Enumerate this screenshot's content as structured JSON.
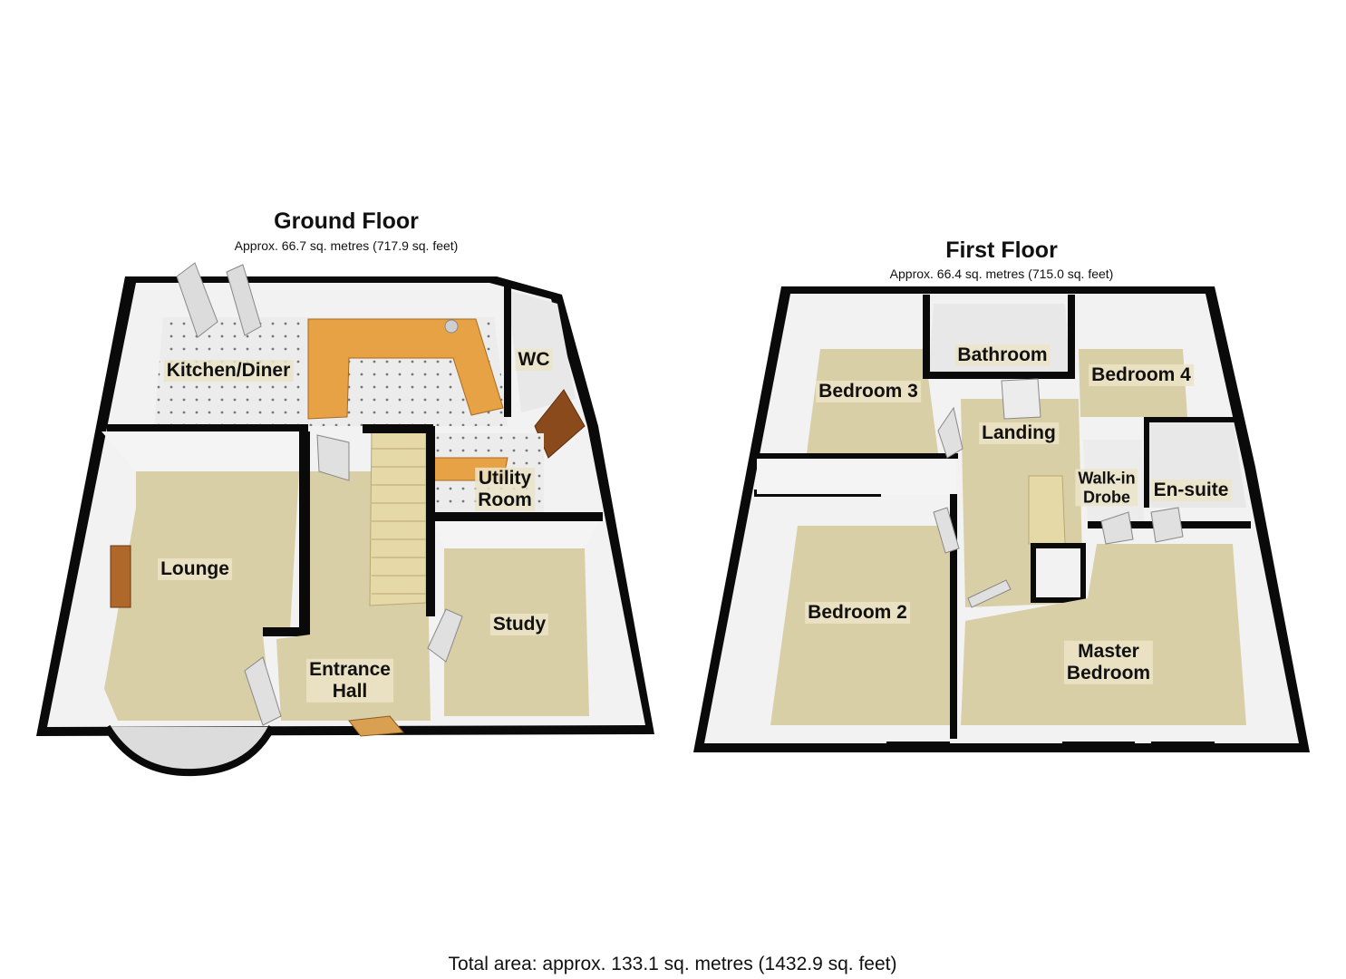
{
  "ground_floor": {
    "title": "Ground Floor",
    "area": "Approx. 66.7 sq. metres (717.9 sq. feet)",
    "rooms": {
      "kitchen": "Kitchen/Diner",
      "wc": "WC",
      "lounge": "Lounge",
      "utility": "Utility\nRoom",
      "study": "Study",
      "hall": "Entrance\nHall"
    }
  },
  "first_floor": {
    "title": "First Floor",
    "area": "Approx. 66.4 sq. metres (715.0 sq. feet)",
    "rooms": {
      "bedroom3": "Bedroom 3",
      "bathroom": "Bathroom",
      "bedroom4": "Bedroom 4",
      "landing": "Landing",
      "walkin": "Walk-in\nDrobe",
      "ensuite": "En-suite",
      "bedroom2": "Bedroom 2",
      "master": "Master\nBedroom"
    }
  },
  "total_area": "Total area: approx. 133.1 sq. metres (1432.9 sq. feet)",
  "colors": {
    "wall": "#0a0a0a",
    "wall_face": "#f2f2f2",
    "carpet": "#d9cfa6",
    "tile": "#e8e8e8",
    "worktop": "#e8a040",
    "stairs": "#e6d9a8"
  }
}
